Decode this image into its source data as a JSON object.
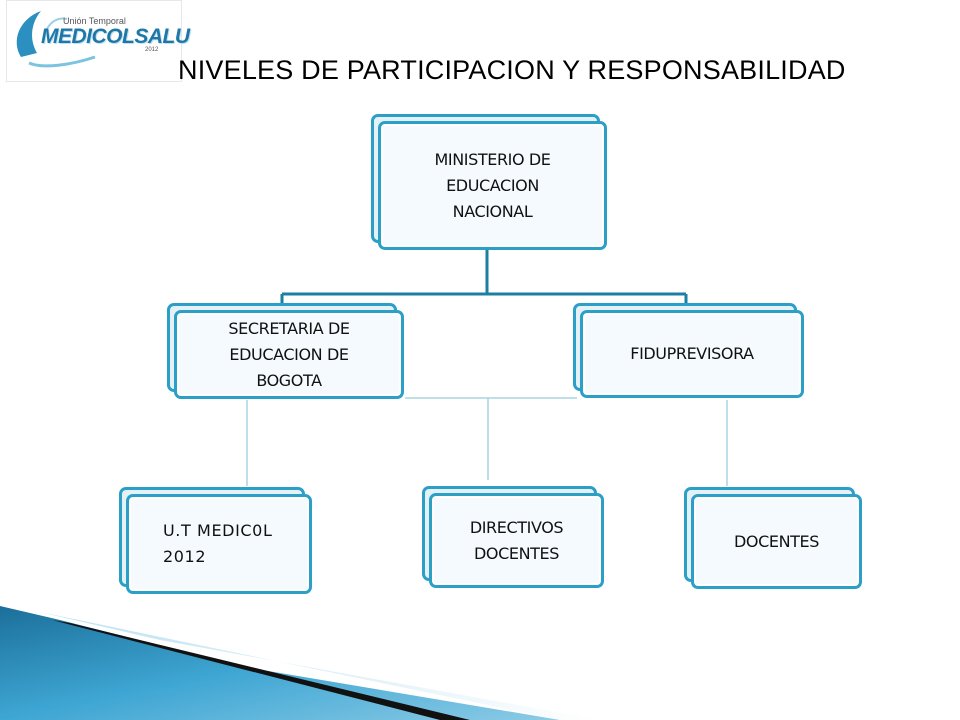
{
  "logo": {
    "kicker": "Unión Temporal",
    "wordmark": "MEDICOLSALU",
    "year": "2012"
  },
  "title": "NIVELES DE PARTICIPACION Y RESPONSABILIDAD",
  "org_chart": {
    "root": "MINISTERIO DE EDUCACION NACIONAL",
    "level2": [
      "SECRETARIA DE EDUCACION  DE BOGOTA",
      "FIDUPREVISORA"
    ],
    "level3": [
      "U.T MEDIC0L 2012",
      "DIRECTIVOS DOCENTES",
      "DOCENTES"
    ]
  },
  "colors": {
    "box_border": "#2b9fc6",
    "box_fill": "#f4fafd",
    "connector_dark": "#1d7ea3",
    "connector_light": "#a8d3e3",
    "accent_blue": "#2b8fc0"
  }
}
